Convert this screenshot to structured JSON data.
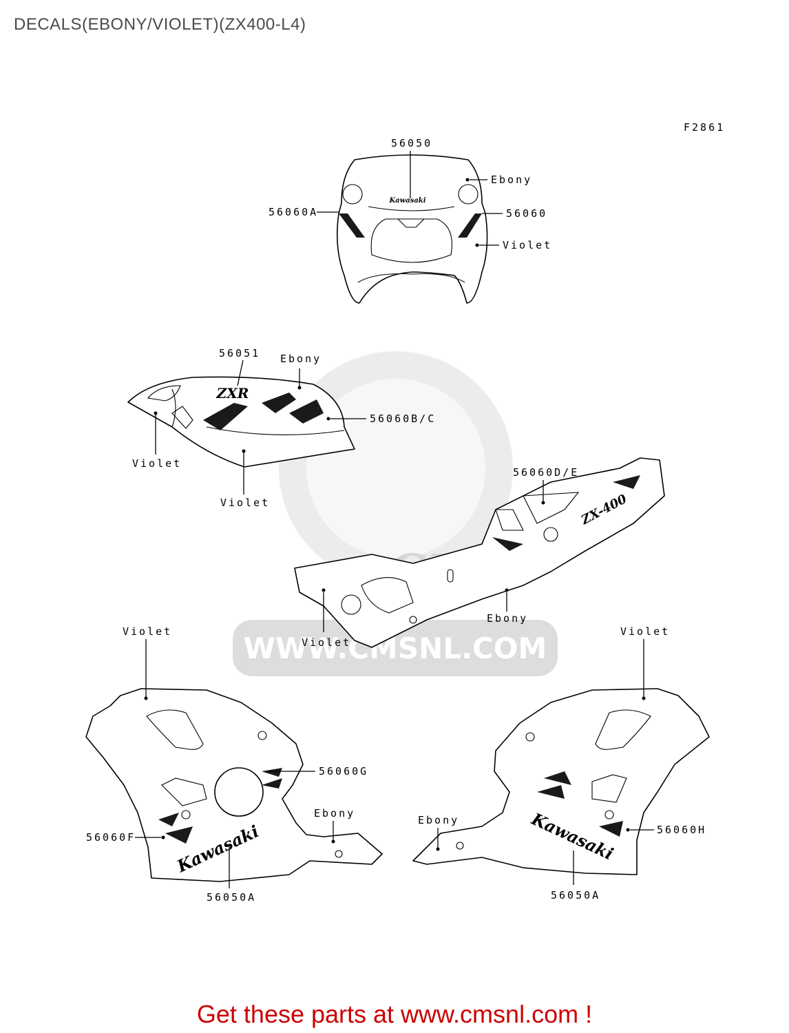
{
  "title": "DECALS(EBONY/VIOLET)(ZX400-L4)",
  "figure_code": "F2861",
  "watermark": "WWW.CMSNL.COM",
  "footer": "Get these parts at www.cmsnl.com !",
  "logos": {
    "kawasaki": "Kawasaki",
    "zxr": "ZXR",
    "zx400": "ZX-400",
    "cms": "CMS"
  },
  "labels": {
    "front_56050": "56050",
    "front_ebony": "Ebony",
    "front_56060A": "56060A",
    "front_56060": "56060",
    "front_violet": "Violet",
    "tank_56051": "56051",
    "tank_ebony": "Ebony",
    "tank_56060BC": "56060B/C",
    "tank_violet_left": "Violet",
    "tank_violet_bottom": "Violet",
    "tail_56060DE": "56060D/E",
    "tail_violet": "Violet",
    "tail_ebony": "Ebony",
    "lf_violet": "Violet",
    "lf_56060G": "56060G",
    "lf_ebony": "Ebony",
    "lf_56060F": "56060F",
    "lf_56050A": "56050A",
    "rf_violet": "Violet",
    "rf_ebony": "Ebony",
    "rf_56060H": "56060H",
    "rf_56050A": "56050A"
  }
}
